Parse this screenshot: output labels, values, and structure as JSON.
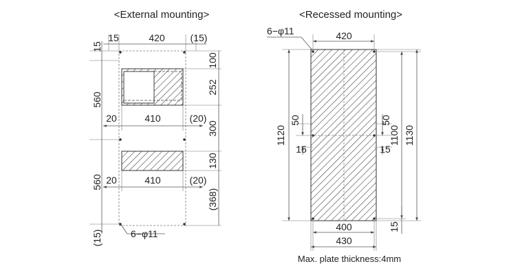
{
  "external": {
    "title": "<External mounting>",
    "dims": {
      "top_left": "15",
      "top_width": "420",
      "top_right": "(15)",
      "left_top": "15",
      "left_upper": "560",
      "left_lower": "560",
      "left_bottom": "(15)",
      "right_100": "100",
      "right_252": "252",
      "right_300": "300",
      "right_130": "130",
      "right_368": "(368)",
      "upper_left_gap": "20",
      "upper_width": "410",
      "upper_right_gap": "(20)",
      "lower_left_gap": "20",
      "lower_width": "410",
      "lower_right_gap": "(20)"
    },
    "holes": "6−φ11"
  },
  "recessed": {
    "title": "<Recessed mounting>",
    "holes": "6−φ11",
    "dims": {
      "top_width": "420",
      "left_height": "1120",
      "right_inner_height": "1100",
      "right_outer_height": "1130",
      "left_50": "50",
      "left_15": "15",
      "right_50": "50",
      "right_15": "15",
      "bottom_right_15": "15",
      "bottom_inner": "400",
      "bottom_outer": "430"
    },
    "note": "Max. plate thickness:4mm"
  }
}
